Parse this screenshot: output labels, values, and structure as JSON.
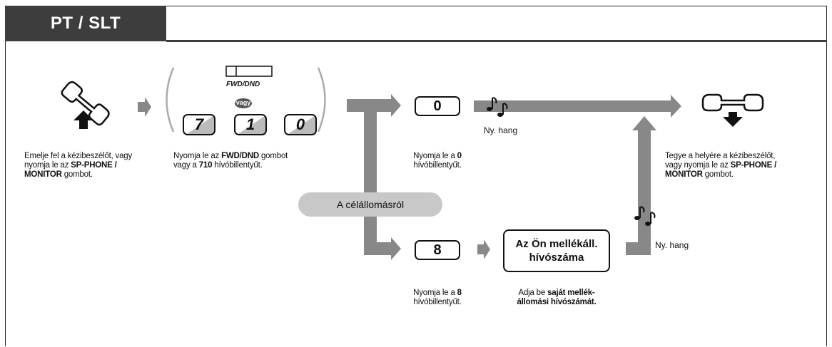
{
  "header": {
    "title": "PT / SLT"
  },
  "buttons": {
    "fwd_dnd_label": "FWD/DND",
    "or_label": "vagy"
  },
  "keys": {
    "dial_7": "7",
    "dial_1": "1",
    "dial_0": "0",
    "code_0": "0",
    "code_8": "8"
  },
  "tone": {
    "label_top": "Ny. hang",
    "label_right": "Ny. hang"
  },
  "branch": {
    "label": "A célállomásról"
  },
  "display": {
    "line1": "Az Ön mellékáll.",
    "line2": "hívószáma"
  },
  "captions": {
    "step1": [
      "Emelje fel a kézibeszélőt, vagy",
      "nyomja le az ",
      "SP-PHONE /",
      "MONITOR",
      " gombot."
    ],
    "step2": [
      "Nyomja le az ",
      "FWD/DND",
      " gombot",
      "vagy a ",
      "710",
      " hívóbillentyűt."
    ],
    "step3a": [
      "Nyomja le a ",
      "0",
      "hívóbillentyűt."
    ],
    "step3b": [
      "Nyomja le a ",
      "8",
      "hívóbillentyűt."
    ],
    "step4": [
      "Adja be ",
      "saját mellék-",
      "állomási hívószámát."
    ],
    "step5": [
      "Tegye a helyére a kézibeszélőt,",
      "vagy nyomja le az ",
      "SP-PHONE /",
      "MONITOR",
      " gombot."
    ]
  },
  "colors": {
    "header": "#3d3d3d",
    "arrow": "#888888",
    "pill": "#c8c8c8"
  }
}
